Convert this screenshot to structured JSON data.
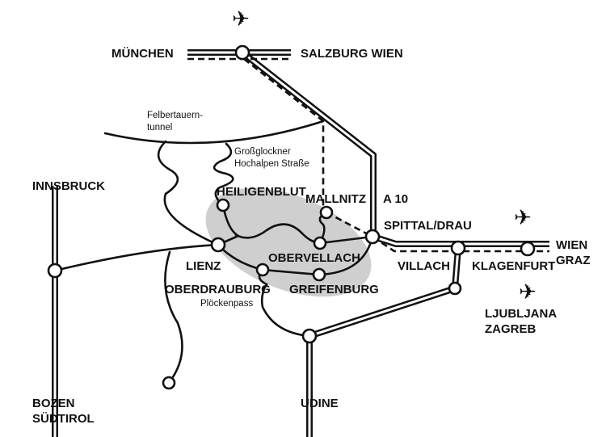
{
  "colors": {
    "ink": "#111111",
    "region": "#cfcfcf"
  },
  "icons": [
    "airplane-icon"
  ],
  "cities": {
    "muenchen": "MÜNCHEN",
    "salzburg_wien": "SALZBURG WIEN",
    "innsbruck": "INNSBRUCK",
    "heiligenblut": "HEILIGENBLUT",
    "mallnitz": "MALLNITZ",
    "a10": "A 10",
    "spittal": "SPITTAL/DRAU",
    "lienz": "LIENZ",
    "obervellach": "OBERVELLACH",
    "oberdrauburg": "OBERDRAUBURG",
    "greifenburg": "GREIFENBURG",
    "villach": "VILLACH",
    "klagenfurt": "KLAGENFURT",
    "wien": "WIEN",
    "graz": "GRAZ",
    "ljubljana": "LJUBLJANA",
    "zagreb": "ZAGREB",
    "udine": "UDINE",
    "bozen": "BOZEN",
    "suedtirol": "SÜDTIROL"
  },
  "roads": {
    "felbertauern_1": "Felbertauern-",
    "felbertauern_2": "tunnel",
    "grossglockner_1": "Großglockner",
    "grossglockner_2": "Hochalpen Straße",
    "ploeckenpass": "Plöckenpass"
  }
}
